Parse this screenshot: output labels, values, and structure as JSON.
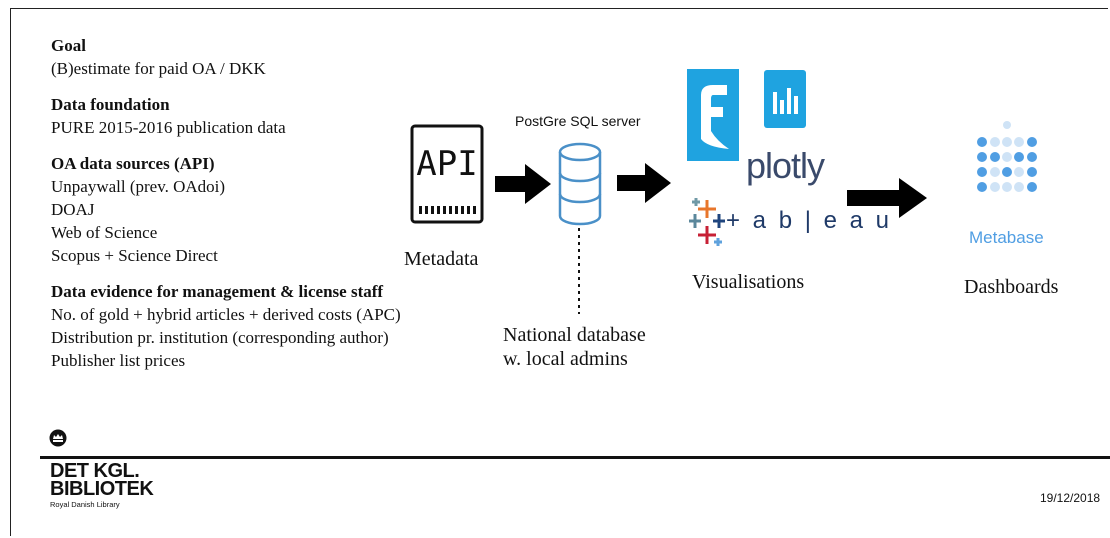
{
  "sections": [
    {
      "title": "Goal",
      "lines": [
        "(B)estimate for paid OA / DKK"
      ]
    },
    {
      "title": "Data foundation",
      "lines": [
        "PURE 2015-2016 publication data"
      ]
    },
    {
      "title": "OA data sources (API)",
      "lines": [
        "Unpaywall (prev. OAdoi)",
        "DOAJ",
        "Web of Science",
        "Scopus + Science Direct"
      ]
    },
    {
      "title": "Data evidence for management & license staff",
      "lines": [
        "No. of  gold + hybrid articles + derived costs (APC)",
        "Distribution pr. institution (corresponding author)",
        "Publisher list prices"
      ]
    }
  ],
  "diagram": {
    "api_text": "API",
    "metadata_label": "Metadata",
    "server_label": "PostGre SQL server",
    "national_db_label": [
      "National database",
      "w. local admins"
    ],
    "plotly_text": "plotly",
    "tableau_text": "+ a b | e a u",
    "visualisations_label": "Visualisations",
    "metabase_text": "Metabase",
    "dashboards_label": "Dashboards"
  },
  "footer": {
    "org_line1": "DET KGL.",
    "org_line2": "BIBLIOTEK",
    "org_line3": "Royal Danish Library",
    "date": "19/12/2018"
  },
  "colors": {
    "arrow": "#000000",
    "metabase": "#509ee3",
    "plotly_blue": "#1fa3e0",
    "tableau": "#1f3a68"
  }
}
